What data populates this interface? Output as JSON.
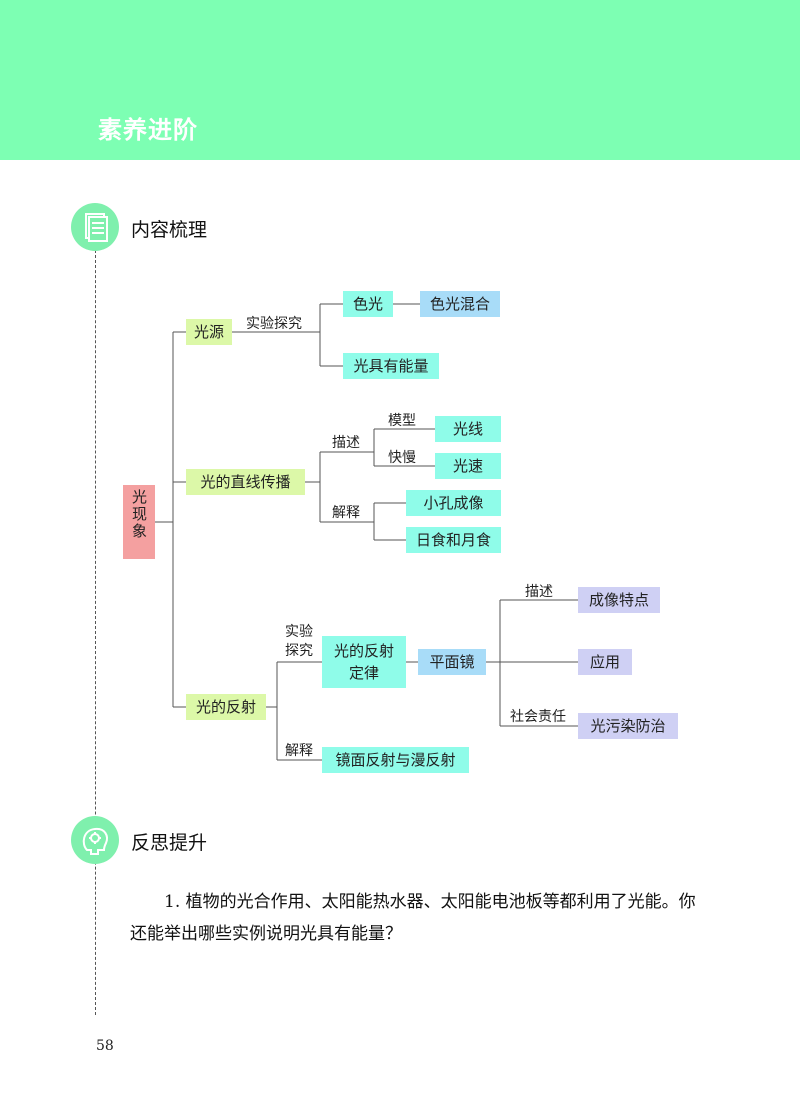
{
  "banner": {
    "title": "素养进阶"
  },
  "section1": {
    "title": "内容梳理",
    "icon": "document-icon"
  },
  "section2": {
    "title": "反思提升",
    "icon": "thinking-head-icon"
  },
  "mindmap": {
    "root": "光现象",
    "source": "光源",
    "source_exp": "实验探究",
    "color_light": "色光",
    "color_mix": "色光混合",
    "light_energy": "光具有能量",
    "straight": "光的直线传播",
    "describe": "描述",
    "model": "模型",
    "ray": "光线",
    "speed_label": "快慢",
    "speed": "光速",
    "explain": "解释",
    "pinhole": "小孔成像",
    "eclipse": "日食和月食",
    "reflection": "光的反射",
    "refl_exp_1": "实验",
    "refl_exp_2": "探究",
    "law_1": "光的反射",
    "law_2": "定律",
    "mirror": "平面镜",
    "mirror_describe": "描述",
    "image_feature": "成像特点",
    "application": "应用",
    "social": "社会责任",
    "pollution": "光污染防治",
    "refl_explain": "解释",
    "specular": "镜面反射与漫反射"
  },
  "question": {
    "text": "1. 植物的光合作用、太阳能热水器、太阳能电池板等都利用了光能。你还能举出哪些实例说明光具有能量？"
  },
  "page_number": "58"
}
